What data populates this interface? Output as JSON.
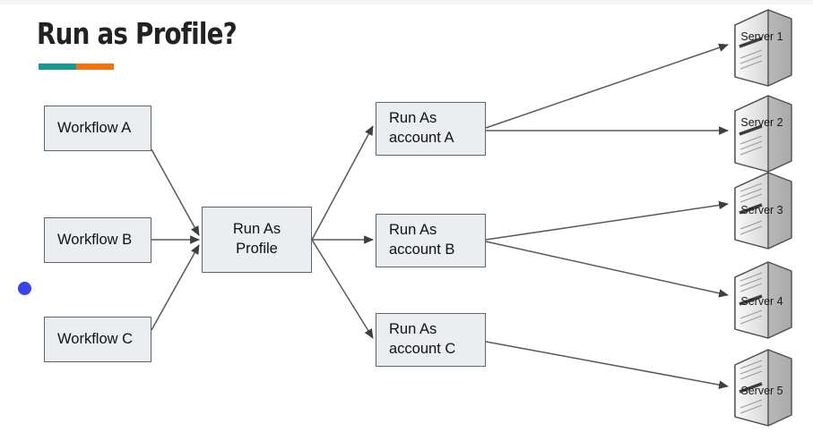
{
  "slide": {
    "title": "Run as Profile?",
    "accent_teal": "#169b94",
    "accent_orange": "#f2720c",
    "node_fill": "#eaeef1",
    "node_border": "#5e6468",
    "cursor_color": "#3b41e8"
  },
  "workflows": [
    {
      "label": "Workflow A"
    },
    {
      "label": "Workflow B"
    },
    {
      "label": "Workflow C"
    }
  ],
  "profile": {
    "label": "Run As\nProfile"
  },
  "accounts": [
    {
      "label": "Run As\naccount A"
    },
    {
      "label": "Run As\naccount B"
    },
    {
      "label": "Run As\naccount C"
    }
  ],
  "servers": [
    {
      "label": "Server\n1"
    },
    {
      "label": "Server\n2"
    },
    {
      "label": "Server\n3"
    },
    {
      "label": "Server\n4"
    },
    {
      "label": "Server\n5"
    }
  ],
  "connections": [
    {
      "from": "Workflow A",
      "to": "Run As Profile"
    },
    {
      "from": "Workflow B",
      "to": "Run As Profile"
    },
    {
      "from": "Workflow C",
      "to": "Run As Profile"
    },
    {
      "from": "Run As Profile",
      "to": "Run As account A"
    },
    {
      "from": "Run As Profile",
      "to": "Run As account B"
    },
    {
      "from": "Run As Profile",
      "to": "Run As account C"
    },
    {
      "from": "Run As account A",
      "to": "Server 1"
    },
    {
      "from": "Run As account A",
      "to": "Server 2"
    },
    {
      "from": "Run As account B",
      "to": "Server 3"
    },
    {
      "from": "Run As account B",
      "to": "Server 4"
    },
    {
      "from": "Run As account C",
      "to": "Server 5"
    }
  ]
}
